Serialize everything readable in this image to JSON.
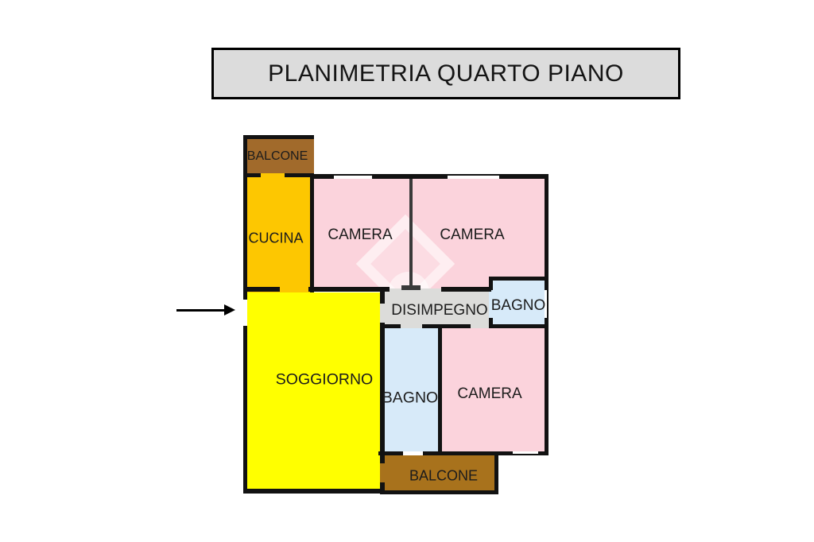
{
  "title_bar": {
    "label": "PLANIMETRIA QUARTO PIANO",
    "background": "#dcdcdc"
  },
  "rooms": [
    {
      "id": "balcone-top",
      "label": "BALCONE"
    },
    {
      "id": "cucina",
      "label": "CUCINA"
    },
    {
      "id": "camera-1",
      "label": "CAMERA"
    },
    {
      "id": "camera-2",
      "label": "CAMERA"
    },
    {
      "id": "disimpegno",
      "label": "DISIMPEGNO"
    },
    {
      "id": "bagno-top",
      "label": "BAGNO"
    },
    {
      "id": "soggiorno",
      "label": "SOGGIORNO"
    },
    {
      "id": "bagno-bottom",
      "label": "BAGNO"
    },
    {
      "id": "camera-3",
      "label": "CAMERA"
    },
    {
      "id": "balcone-bottom",
      "label": "BALCONE"
    }
  ],
  "colors": {
    "wall": "#121212",
    "balcone_top": "#a16a2b",
    "balcone_bottom": "#a8721c",
    "cucina": "#fdc701",
    "camera": "#fbd3dc",
    "bagno": "#d7eaf9",
    "disimpegno": "#dcdcda",
    "soggiorno": "#ffff00",
    "title_background": "#dcdcdc"
  },
  "entrance": {
    "symbol": "entrance-arrow-right"
  }
}
